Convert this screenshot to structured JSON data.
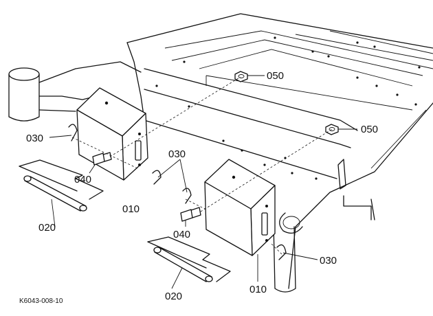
{
  "drawing_code": "K6043-008-10",
  "parts": {
    "p010a": "010",
    "p010b": "010",
    "p020a": "020",
    "p020b": "020",
    "p030a": "030",
    "p030b": "030",
    "p030c": "030",
    "p040a": "040",
    "p040b": "040",
    "p050a": "050",
    "p050b": "050"
  }
}
